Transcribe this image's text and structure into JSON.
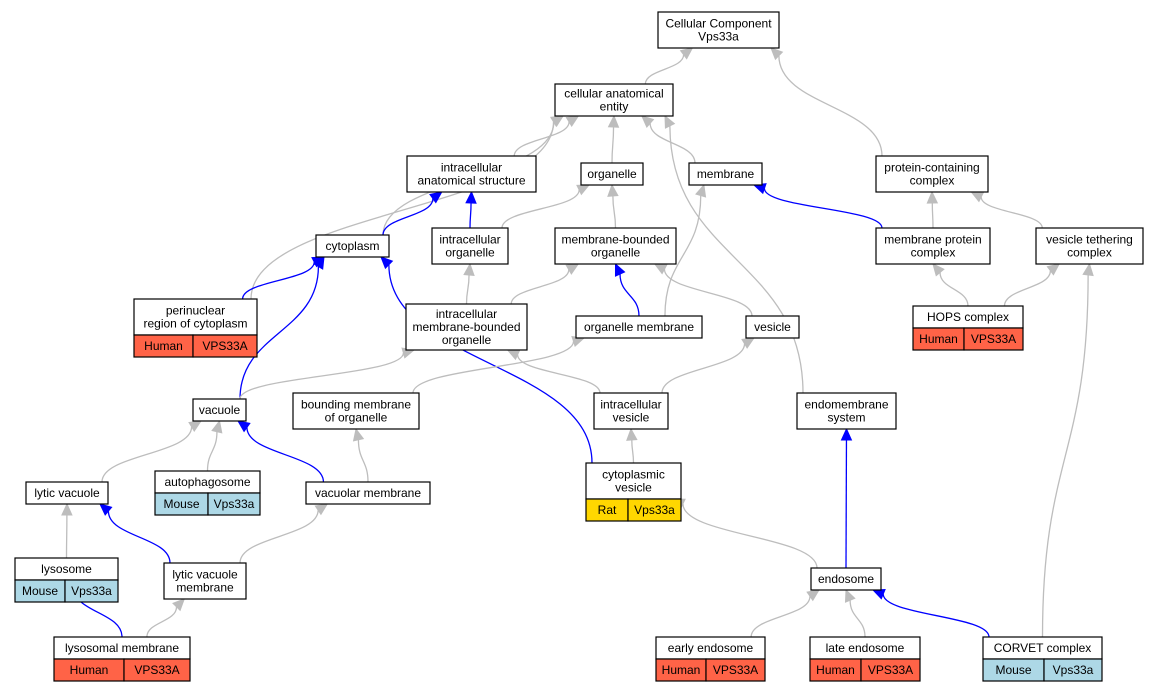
{
  "colors": {
    "grey_edge": "#bdbdbd",
    "blue_edge": "#0000ff",
    "human": "#ff6347",
    "mouse": "#add8e6",
    "rat": "#ffd700"
  },
  "nodes": {
    "cc_root": [
      "Cellular Component",
      "Vps33a"
    ],
    "cae": [
      "cellular anatomical",
      "entity"
    ],
    "ias": [
      "intracellular",
      "anatomical structure"
    ],
    "organelle": [
      "organelle"
    ],
    "membrane": [
      "membrane"
    ],
    "pcc": [
      "protein-containing",
      "complex"
    ],
    "cytoplasm": [
      "cytoplasm"
    ],
    "io": [
      "intracellular",
      "organelle"
    ],
    "mbo": [
      "membrane-bounded",
      "organelle"
    ],
    "mpc": [
      "membrane protein",
      "complex"
    ],
    "vtc": [
      "vesicle tethering",
      "complex"
    ],
    "prc": [
      "perinuclear",
      "region of cytoplasm"
    ],
    "imbo": [
      "intracellular",
      "membrane-bounded",
      "organelle"
    ],
    "om": [
      "organelle membrane"
    ],
    "vesicle": [
      "vesicle"
    ],
    "hops": [
      "HOPS complex"
    ],
    "vacuole": [
      "vacuole"
    ],
    "bmo": [
      "bounding membrane",
      "of organelle"
    ],
    "iv": [
      "intracellular",
      "vesicle"
    ],
    "es": [
      "endomembrane",
      "system"
    ],
    "autophagosome": [
      "autophagosome"
    ],
    "lv": [
      "lytic vacuole"
    ],
    "vm": [
      "vacuolar membrane"
    ],
    "cv": [
      "cytoplasmic",
      "vesicle"
    ],
    "lysosome": [
      "lysosome"
    ],
    "lvm": [
      "lytic vacuole",
      "membrane"
    ],
    "endosome": [
      "endosome"
    ],
    "lm": [
      "lysosomal membrane"
    ],
    "ee": [
      "early endosome"
    ],
    "le": [
      "late endosome"
    ],
    "corvet": [
      "CORVET complex"
    ]
  },
  "annotations": {
    "prc": [
      "Human",
      "VPS33A"
    ],
    "hops": [
      "Human",
      "VPS33A"
    ],
    "autophagosome": [
      "Mouse",
      "Vps33a"
    ],
    "cv": [
      "Rat",
      "Vps33a"
    ],
    "lysosome": [
      "Mouse",
      "Vps33a"
    ],
    "lm": [
      "Human",
      "VPS33A"
    ],
    "ee": [
      "Human",
      "VPS33A"
    ],
    "le": [
      "Human",
      "VPS33A"
    ],
    "corvet": [
      "Mouse",
      "Vps33a"
    ]
  },
  "edges": [
    {
      "from": "cae",
      "to": "cc_root",
      "color": "grey"
    },
    {
      "from": "pcc",
      "to": "cc_root",
      "color": "grey"
    },
    {
      "from": "ias",
      "to": "cae",
      "color": "grey"
    },
    {
      "from": "organelle",
      "to": "cae",
      "color": "grey"
    },
    {
      "from": "membrane",
      "to": "cae",
      "color": "grey"
    },
    {
      "from": "cytoplasm",
      "to": "cae",
      "color": "grey"
    },
    {
      "from": "prc",
      "to": "cae",
      "color": "grey"
    },
    {
      "from": "es",
      "to": "cae",
      "color": "grey"
    },
    {
      "from": "cytoplasm",
      "to": "ias",
      "color": "blue"
    },
    {
      "from": "io",
      "to": "ias",
      "color": "blue"
    },
    {
      "from": "io",
      "to": "organelle",
      "color": "grey"
    },
    {
      "from": "mbo",
      "to": "organelle",
      "color": "grey"
    },
    {
      "from": "mpc",
      "to": "membrane",
      "color": "blue"
    },
    {
      "from": "om",
      "to": "membrane",
      "color": "grey"
    },
    {
      "from": "mpc",
      "to": "pcc",
      "color": "grey"
    },
    {
      "from": "vtc",
      "to": "pcc",
      "color": "grey"
    },
    {
      "from": "prc",
      "to": "cytoplasm",
      "color": "blue"
    },
    {
      "from": "vacuole",
      "to": "cytoplasm",
      "color": "blue"
    },
    {
      "from": "cv",
      "to": "cytoplasm",
      "color": "blue"
    },
    {
      "from": "imbo",
      "to": "io",
      "color": "grey"
    },
    {
      "from": "imbo",
      "to": "mbo",
      "color": "grey"
    },
    {
      "from": "om",
      "to": "mbo",
      "color": "blue"
    },
    {
      "from": "vesicle",
      "to": "mbo",
      "color": "grey"
    },
    {
      "from": "hops",
      "to": "mpc",
      "color": "grey"
    },
    {
      "from": "hops",
      "to": "vtc",
      "color": "grey"
    },
    {
      "from": "corvet",
      "to": "vtc",
      "color": "grey"
    },
    {
      "from": "vacuole",
      "to": "imbo",
      "color": "grey"
    },
    {
      "from": "iv",
      "to": "imbo",
      "color": "grey"
    },
    {
      "from": "bmo",
      "to": "om",
      "color": "grey"
    },
    {
      "from": "iv",
      "to": "vesicle",
      "color": "grey"
    },
    {
      "from": "lv",
      "to": "vacuole",
      "color": "grey"
    },
    {
      "from": "autophagosome",
      "to": "vacuole",
      "color": "grey"
    },
    {
      "from": "vm",
      "to": "vacuole",
      "color": "blue"
    },
    {
      "from": "vm",
      "to": "bmo",
      "color": "grey"
    },
    {
      "from": "cv",
      "to": "iv",
      "color": "grey"
    },
    {
      "from": "endosome",
      "to": "es",
      "color": "blue"
    },
    {
      "from": "lysosome",
      "to": "lv",
      "color": "grey"
    },
    {
      "from": "lvm",
      "to": "lv",
      "color": "blue"
    },
    {
      "from": "lvm",
      "to": "vm",
      "color": "grey"
    },
    {
      "from": "endosome",
      "to": "cv",
      "color": "grey"
    },
    {
      "from": "lm",
      "to": "lysosome",
      "color": "blue"
    },
    {
      "from": "lm",
      "to": "lvm",
      "color": "grey"
    },
    {
      "from": "ee",
      "to": "endosome",
      "color": "grey"
    },
    {
      "from": "le",
      "to": "endosome",
      "color": "grey"
    },
    {
      "from": "corvet",
      "to": "endosome",
      "color": "blue"
    }
  ]
}
